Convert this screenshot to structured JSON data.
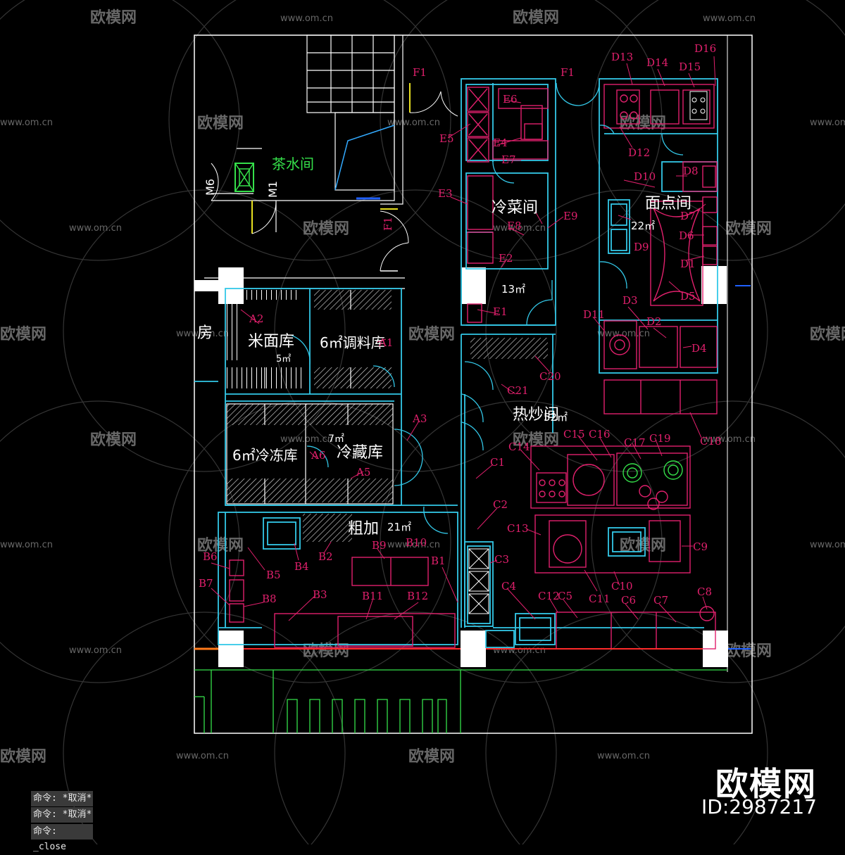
{
  "rooms": {
    "tea": "茶水间",
    "cold_dish": "冷菜间",
    "pastry": "面点间",
    "pastry_area": "22㎡",
    "cold_dish_area": "13㎡",
    "rice_flour": "米面库",
    "rice_area": "5㎡",
    "seasoning": "6㎡调料库",
    "stir_fry": "热炒间",
    "stir_fry_area": "52㎡",
    "frozen": "6㎡冷冻库",
    "chilled_area": "7㎡",
    "chilled": "冷藏库",
    "rough_process": "粗加",
    "rough_area": "21㎡",
    "fang": "房"
  },
  "labels": {
    "F1a": "F1",
    "F1b": "F1",
    "F1c": "F1",
    "M6": "M6",
    "M1": "M1",
    "D13": "D13",
    "D14": "D14",
    "D15": "D15",
    "D16": "D16",
    "D12": "D12",
    "D10": "D10",
    "D8": "D8",
    "D7": "D7",
    "D9": "D9",
    "D6": "D6",
    "D1": "D1",
    "D5": "D5",
    "D11": "D11",
    "D3": "D3",
    "D2": "D2",
    "D4": "D4",
    "E6": "E6",
    "E5": "E5",
    "E4": "E4",
    "E7": "E7",
    "E3": "E3",
    "E9": "E9",
    "E8": "E8",
    "E2": "E2",
    "E1": "E1",
    "A2": "A2",
    "A1": "A1",
    "A3": "A3",
    "A6": "A6",
    "A5": "A5",
    "C20": "C20",
    "C21": "C21",
    "C18": "C18",
    "C15": "C15",
    "C16": "C16",
    "C17": "C17",
    "C19": "C19",
    "C14": "C14",
    "C1": "C1",
    "C2": "C2",
    "C13": "C13",
    "C9": "C9",
    "C3": "C3",
    "C4": "C4",
    "C12": "C12",
    "C5": "C5",
    "C11": "C11",
    "C10": "C10",
    "C6": "C6",
    "C7": "C7",
    "C8": "C8",
    "B6": "B6",
    "B5": "B5",
    "B4": "B4",
    "B2": "B2",
    "B9": "B9",
    "B10": "B10",
    "B1": "B1",
    "B7": "B7",
    "B8": "B8",
    "B3": "B3",
    "B11": "B11",
    "B12": "B12"
  },
  "watermark": {
    "brand": "欧模网",
    "site": "www.om.cn"
  },
  "command_line": [
    "命令: *取消*",
    "命令: *取消*",
    "命令: _close"
  ],
  "corner_brand": "欧模网",
  "corner_id": "ID:2987217",
  "colors": {
    "background": "#000000",
    "wall": "#ffffff",
    "cyan": "#33c8e8",
    "magenta": "#e0206c",
    "green": "#35e04a",
    "yellow": "#e8e020",
    "red": "#ff2a2a",
    "blue": "#2060ff",
    "orange": "#ff7a1a"
  }
}
